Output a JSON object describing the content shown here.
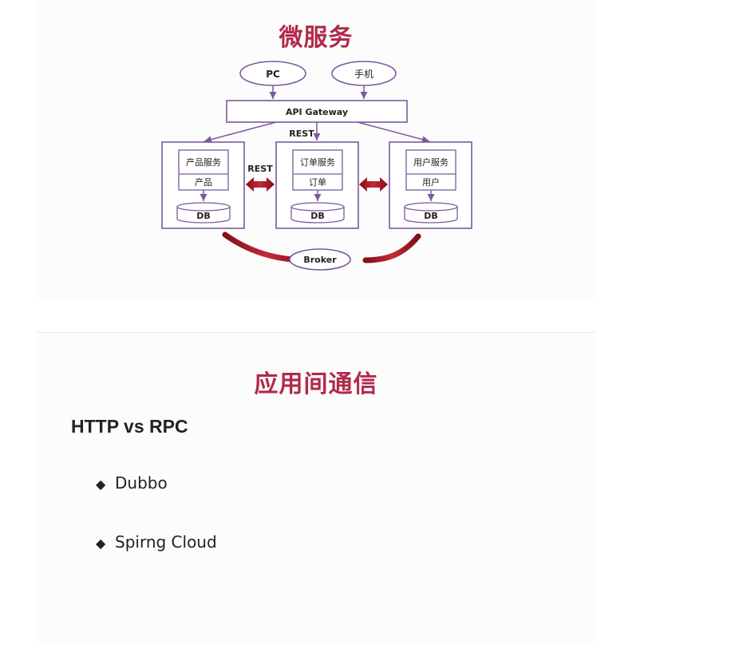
{
  "slide1": {
    "title": "微服务",
    "diagram": {
      "clients": [
        "PC",
        "手机"
      ],
      "gateway": "API Gateway",
      "rest_top": "REST",
      "rest_side": "REST",
      "services": [
        {
          "name": "产品服务",
          "data": "产品",
          "db": "DB"
        },
        {
          "name": "订单服务",
          "data": "订单",
          "db": "DB"
        },
        {
          "name": "用户服务",
          "data": "用户",
          "db": "DB"
        }
      ],
      "broker": "Broker"
    }
  },
  "slide2": {
    "title": "应用间通信",
    "subheading": "HTTP vs RPC",
    "bullet_icon": "diamond-bullet-icon",
    "bullets": [
      "Dubbo",
      "Spirng Cloud"
    ]
  },
  "colors": {
    "title": "#b02a4a",
    "diagram_stroke": "#7a5a9e",
    "arrow_red": "#9e1f2a"
  }
}
